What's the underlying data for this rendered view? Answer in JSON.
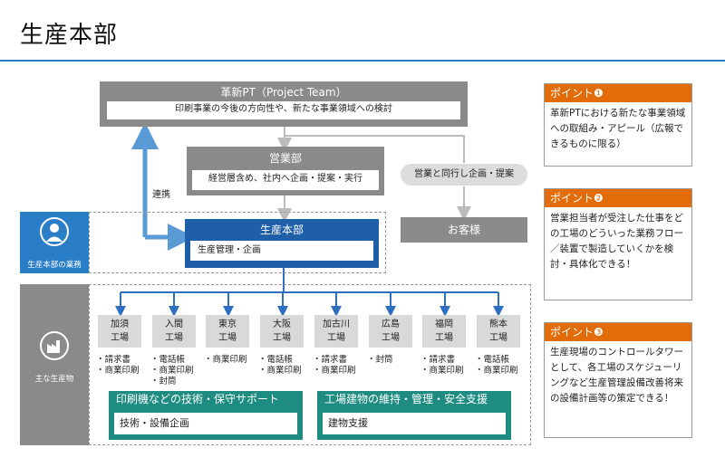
{
  "page_title": "生産本部",
  "kakushin": {
    "title": "革新PT（Project Team）",
    "desc": "印刷事業の今後の方向性や、新たな事業領域への検討"
  },
  "eigyo": {
    "title": "営業部",
    "desc": "経営層含め、社内へ企画・提案・実行"
  },
  "renkei_label": "連携",
  "doko_label": "営業と同行し企画・提案",
  "okyakusama": "お客様",
  "seisan": {
    "title": "生産本部",
    "desc": "生産管理・企画"
  },
  "side_labels": {
    "gyomu": "生産本部の業務",
    "seisanbutsu": "主な生産物"
  },
  "factories": [
    {
      "name": "加須\n工場",
      "items": [
        "請求書",
        "商業印刷"
      ]
    },
    {
      "name": "入間\n工場",
      "items": [
        "電話帳",
        "商業印刷",
        "封筒"
      ]
    },
    {
      "name": "東京\n工場",
      "items": [
        "商業印刷"
      ]
    },
    {
      "name": "大阪\n工場",
      "items": [
        "電話帳",
        "商業印刷"
      ]
    },
    {
      "name": "加古川\n工場",
      "items": [
        "請求書",
        "商業印刷"
      ]
    },
    {
      "name": "広島\n工場",
      "items": [
        "封筒"
      ]
    },
    {
      "name": "福岡\n工場",
      "items": [
        "請求書",
        "商業印刷"
      ]
    },
    {
      "name": "熊本\n工場",
      "items": [
        "電話帳",
        "商業印刷"
      ]
    }
  ],
  "support_panels": [
    {
      "title": "印刷機などの技術・保守サポート",
      "body": "技術・設備企画"
    },
    {
      "title": "工場建物の維持・管理・安全支援",
      "body": "建物支援"
    }
  ],
  "points": [
    {
      "title": "ポイント❶",
      "body": "革新PTにおける新たな事業領域への取組み・アピール（広報できるものに限る）"
    },
    {
      "title": "ポイント❷",
      "body": "営業担当者が受注した仕事をどの工場のどういった業務フロー／装置で製造していくかを検討・具体化できる！"
    },
    {
      "title": "ポイント❸",
      "body": "生産現場のコントロールタワーとして、各工場のスケジューリングなど生産管理設備改善将来の設備計画等の策定できる！"
    }
  ],
  "colors": {
    "accent_blue": "#2a7ec8",
    "dark_blue": "#1f5fa8",
    "teal": "#1f8c82",
    "orange": "#e36c0a",
    "arrow_blue": "#5b9bd5",
    "gray": "#8a8a8a"
  }
}
